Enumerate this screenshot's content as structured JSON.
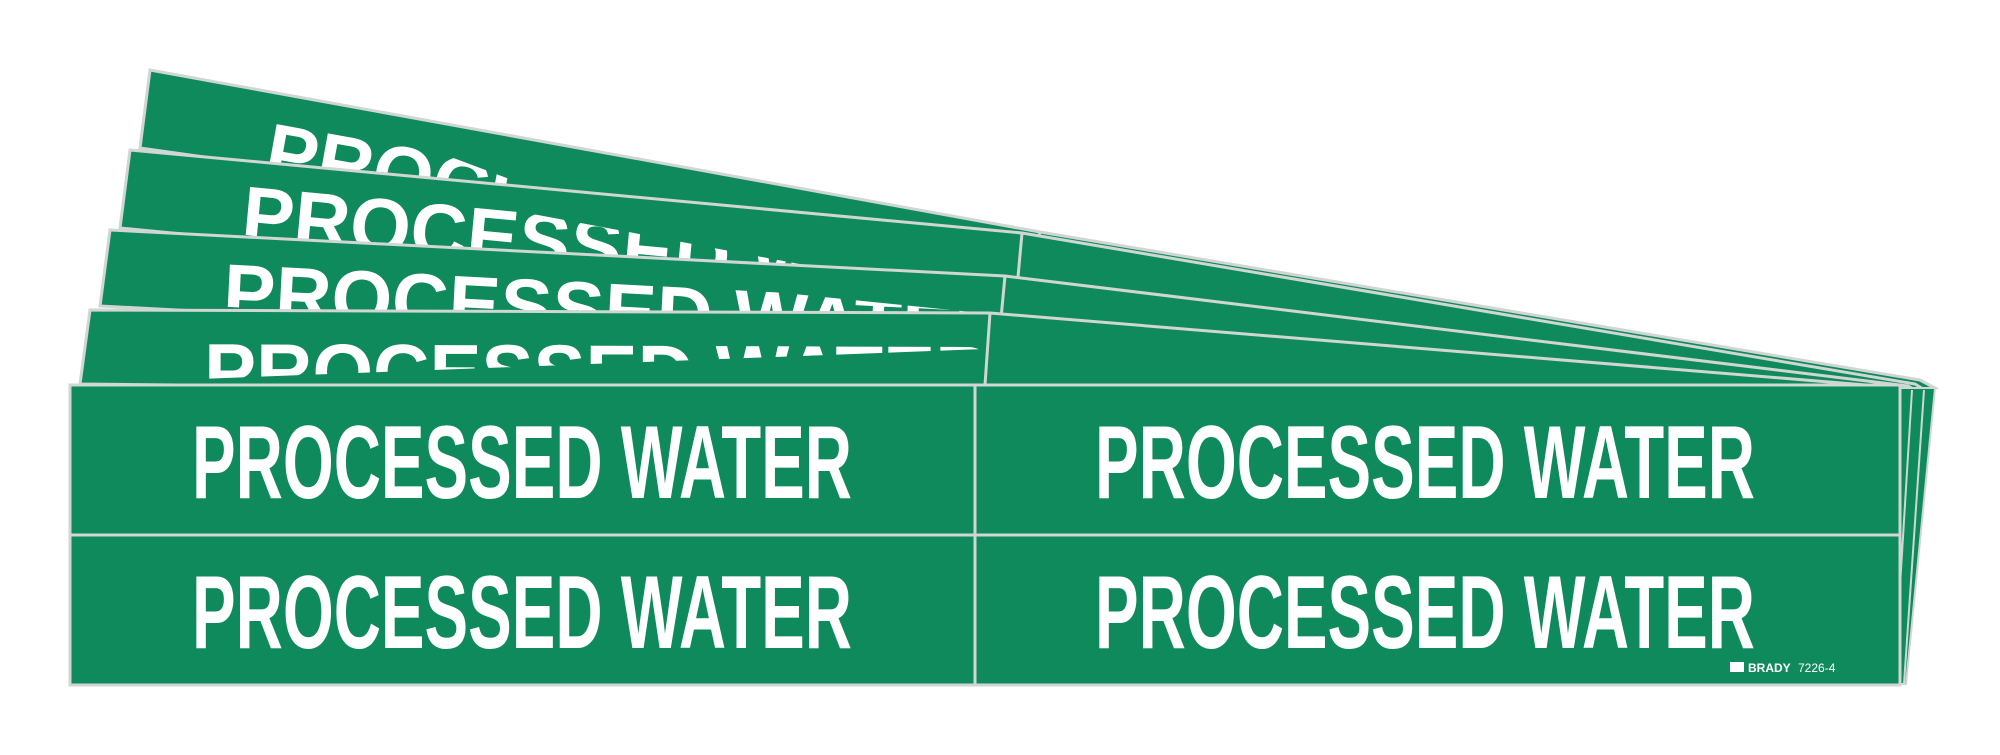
{
  "product": {
    "label_text": "PROCESSED WATER",
    "brand": "BRADY",
    "part_number": "7226-4",
    "colors": {
      "label_background": "#0f8a5c",
      "label_text": "#ffffff",
      "card_edge": "#cfd6d3",
      "page_background": "#ffffff"
    }
  }
}
